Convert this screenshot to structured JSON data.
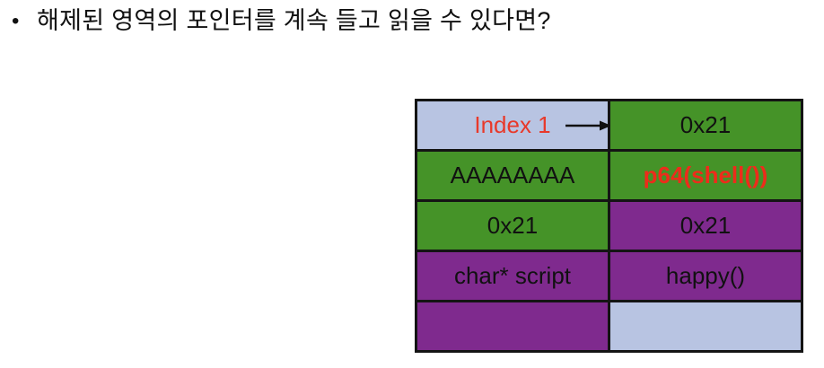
{
  "title": {
    "bullet": "•",
    "text": "해제된 영역의 포인터를 계속 들고 읽을 수 있다면?"
  },
  "colors": {
    "cell_green": "#459328",
    "cell_purple": "#7f2a8e",
    "cell_lightblue": "#b8c4e2",
    "text_red": "#e8392a",
    "text_red_bold": "#ed2c1b",
    "text_black": "#111111",
    "border_black": "#141414",
    "arrow_black": "#111111",
    "background": "#ffffff"
  },
  "table": {
    "rows": [
      {
        "cells": [
          {
            "text": "Index 1",
            "bg": "#b8c4e2",
            "fg": "#e8392a"
          },
          {
            "text": "0x21",
            "bg": "#459328",
            "fg": "#111111"
          }
        ]
      },
      {
        "cells": [
          {
            "text": "AAAAAAAA",
            "bg": "#459328",
            "fg": "#111111"
          },
          {
            "text": "p64(shell())",
            "bg": "#459328",
            "fg": "#ed2c1b",
            "weight": "700"
          }
        ]
      },
      {
        "cells": [
          {
            "text": "0x21",
            "bg": "#459328",
            "fg": "#111111"
          },
          {
            "text": "0x21",
            "bg": "#7f2a8e",
            "fg": "#111111"
          }
        ]
      },
      {
        "cells": [
          {
            "text": "char* script",
            "bg": "#7f2a8e",
            "fg": "#111111"
          },
          {
            "text": "happy()",
            "bg": "#7f2a8e",
            "fg": "#111111"
          }
        ]
      },
      {
        "cells": [
          {
            "text": "",
            "bg": "#7f2a8e",
            "fg": "#111111"
          },
          {
            "text": "",
            "bg": "#b8c4e2",
            "fg": "#111111"
          }
        ]
      }
    ]
  }
}
